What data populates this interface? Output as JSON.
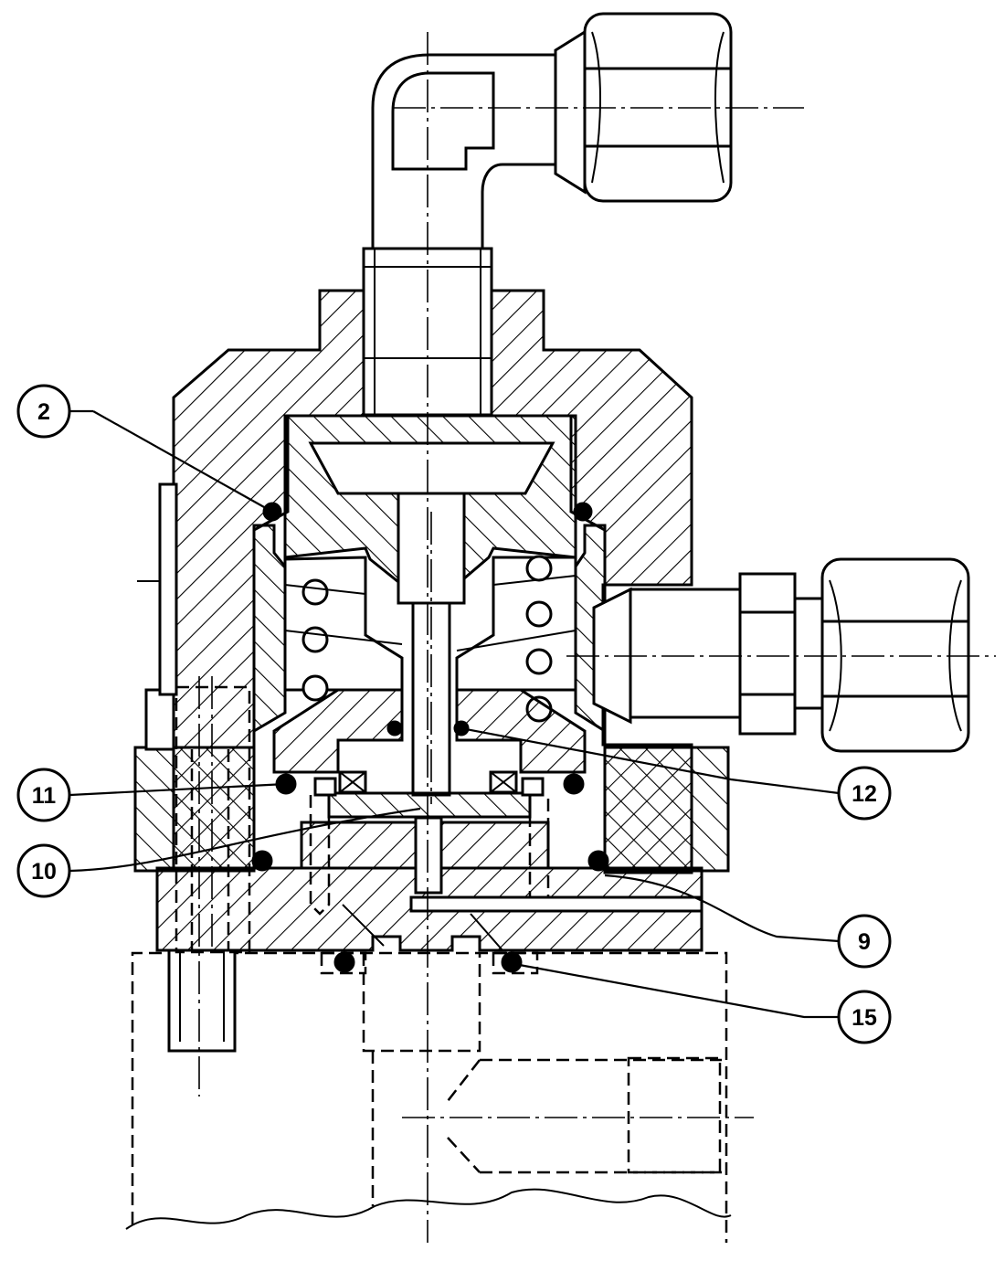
{
  "callouts": [
    {
      "id": "2",
      "label": "2"
    },
    {
      "id": "11",
      "label": "11"
    },
    {
      "id": "10",
      "label": "10"
    },
    {
      "id": "12",
      "label": "12"
    },
    {
      "id": "9",
      "label": "9"
    },
    {
      "id": "15",
      "label": "15"
    }
  ]
}
